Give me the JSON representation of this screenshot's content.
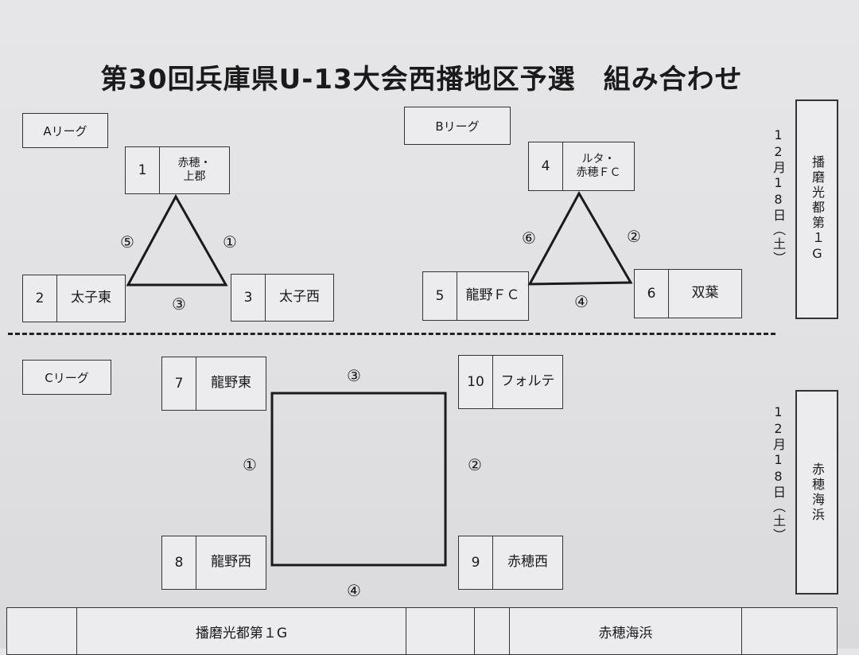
{
  "title": "第30回兵庫県U-13大会西播地区予選　組み合わせ",
  "match_marks": {
    "m1": "①",
    "m2": "②",
    "m3": "③",
    "m4": "④",
    "m5": "⑤",
    "m6": "⑥"
  },
  "leagues": {
    "a": {
      "label": "Aリーグ",
      "teams": [
        {
          "num": "1",
          "name": "赤穂・\n上郡"
        },
        {
          "num": "2",
          "name": "太子東"
        },
        {
          "num": "3",
          "name": "太子西"
        }
      ]
    },
    "b": {
      "label": "Bリーグ",
      "teams": [
        {
          "num": "4",
          "name": "ルタ・\n赤穂ＦＣ"
        },
        {
          "num": "5",
          "name": "龍野ＦＣ"
        },
        {
          "num": "6",
          "name": "双葉"
        }
      ]
    },
    "c": {
      "label": "Cリーグ",
      "teams": [
        {
          "num": "7",
          "name": "龍野東"
        },
        {
          "num": "8",
          "name": "龍野西"
        },
        {
          "num": "9",
          "name": "赤穂西"
        },
        {
          "num": "10",
          "name": "フォルテ"
        }
      ]
    }
  },
  "dates": {
    "upper": "12月18日（土）",
    "lower": "12月18日（土）"
  },
  "venues": {
    "upper": "播磨光都第１G",
    "lower": "赤穂海浜"
  },
  "schedule_header": {
    "venue1": "播磨光都第１G",
    "venue2": "赤穂海浜"
  }
}
